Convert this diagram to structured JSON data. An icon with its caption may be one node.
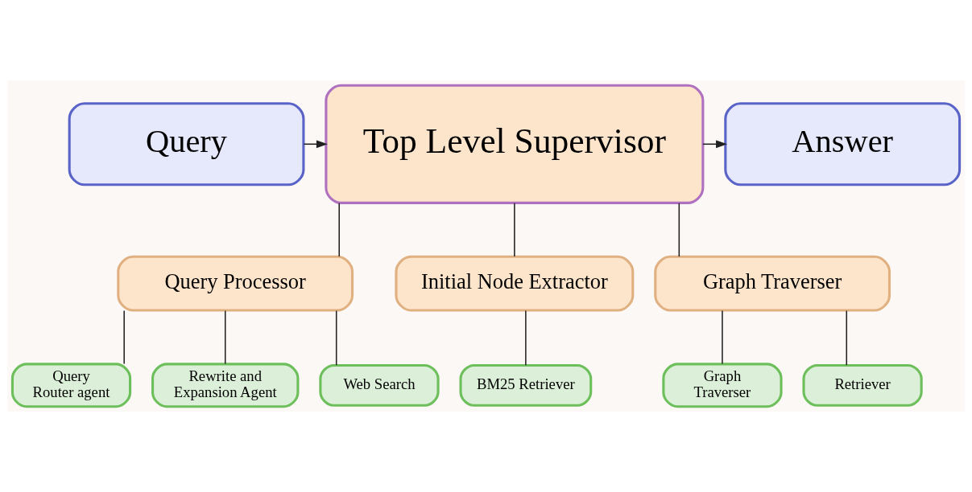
{
  "diagram": {
    "nodes": [
      {
        "text": [
          "Query"
        ]
      },
      {
        "text": [
          "Top Level Supervisor"
        ]
      },
      {
        "text": [
          "Answer"
        ]
      },
      {
        "text": [
          "Query Processor"
        ]
      },
      {
        "text": [
          "Initial Node Extractor"
        ]
      },
      {
        "text": [
          "Graph Traverser"
        ]
      },
      {
        "text": [
          "Query Router agent"
        ]
      },
      {
        "text": [
          "Rewrite and Expansion Agent"
        ]
      },
      {
        "text": [
          "Web Search"
        ]
      },
      {
        "text": [
          "BM25 Retriever"
        ]
      },
      {
        "text": [
          "Graph Traverser"
        ]
      },
      {
        "text": [
          "Retriever"
        ]
      }
    ],
    "edges": [
      {
        "from": 0,
        "to": 1,
        "arrow": "to"
      },
      {
        "from": 1,
        "to": 2,
        "arrow": "to"
      },
      {
        "from": 1,
        "to": 3,
        "arrow": "none"
      },
      {
        "from": 1,
        "to": 4,
        "arrow": "none"
      },
      {
        "from": 1,
        "to": 5,
        "arrow": "none"
      },
      {
        "from": 3,
        "to": 6,
        "arrow": "none"
      },
      {
        "from": 3,
        "to": 7,
        "arrow": "none"
      },
      {
        "from": 3,
        "to": 8,
        "arrow": "none"
      },
      {
        "from": 4,
        "to": 9,
        "arrow": "none"
      },
      {
        "from": 5,
        "to": 10,
        "arrow": "none"
      },
      {
        "from": 5,
        "to": 11,
        "arrow": "none"
      }
    ]
  }
}
